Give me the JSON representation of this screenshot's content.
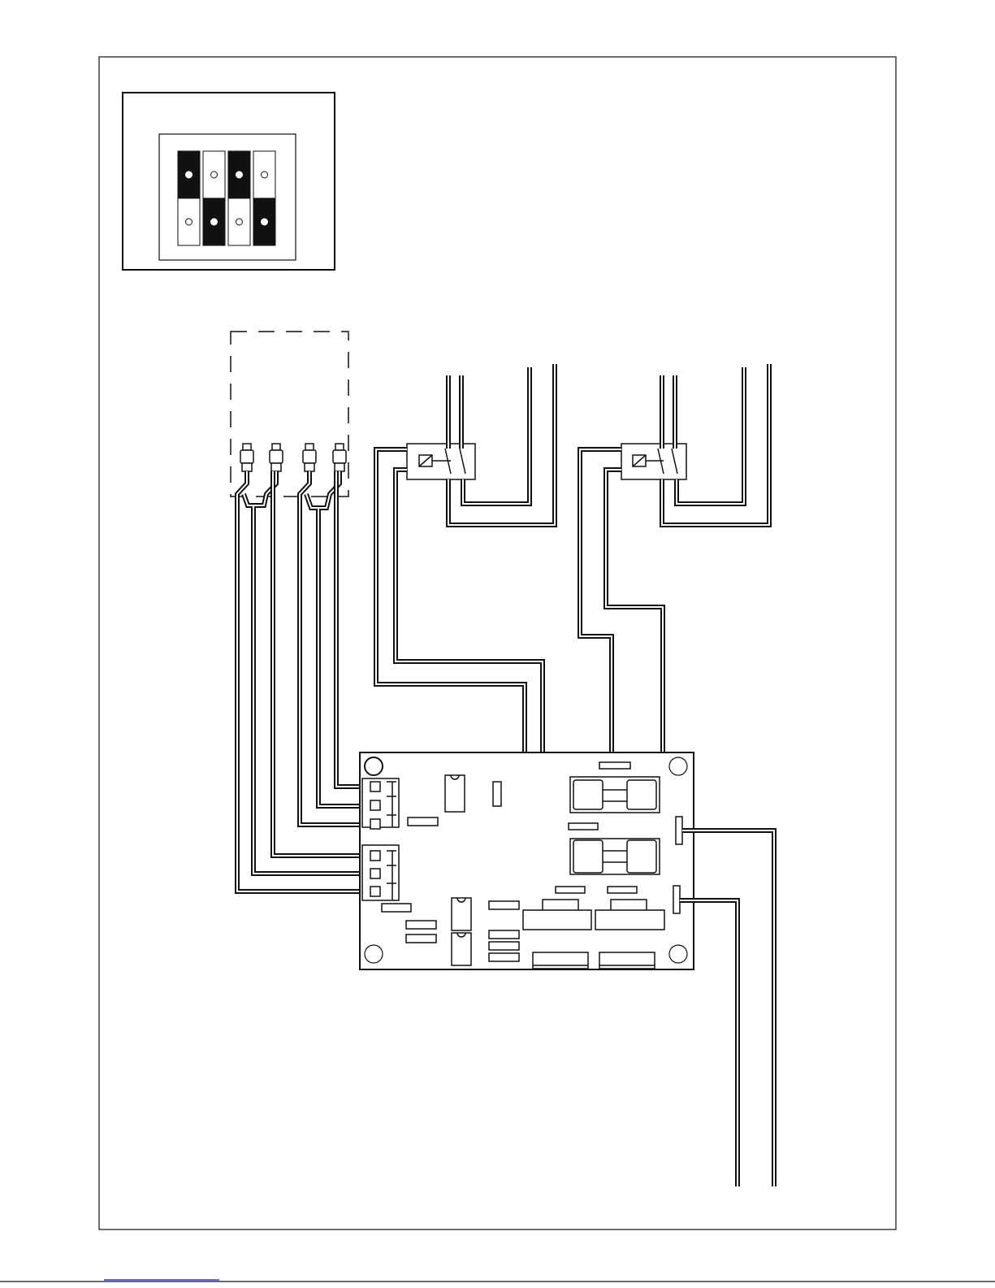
{
  "colors": {
    "line": "#111111",
    "background": "#ffffff",
    "footer_link_underline": "#3333cc"
  },
  "dip_switch": {
    "positions": 4,
    "states": [
      "up",
      "down",
      "up",
      "down"
    ]
  },
  "relays": [
    {
      "name": "relay-1"
    },
    {
      "name": "relay-2"
    }
  ],
  "control_board": {
    "terminal_blocks": 2,
    "terminals_per_block": 3,
    "power_relays": 2
  }
}
